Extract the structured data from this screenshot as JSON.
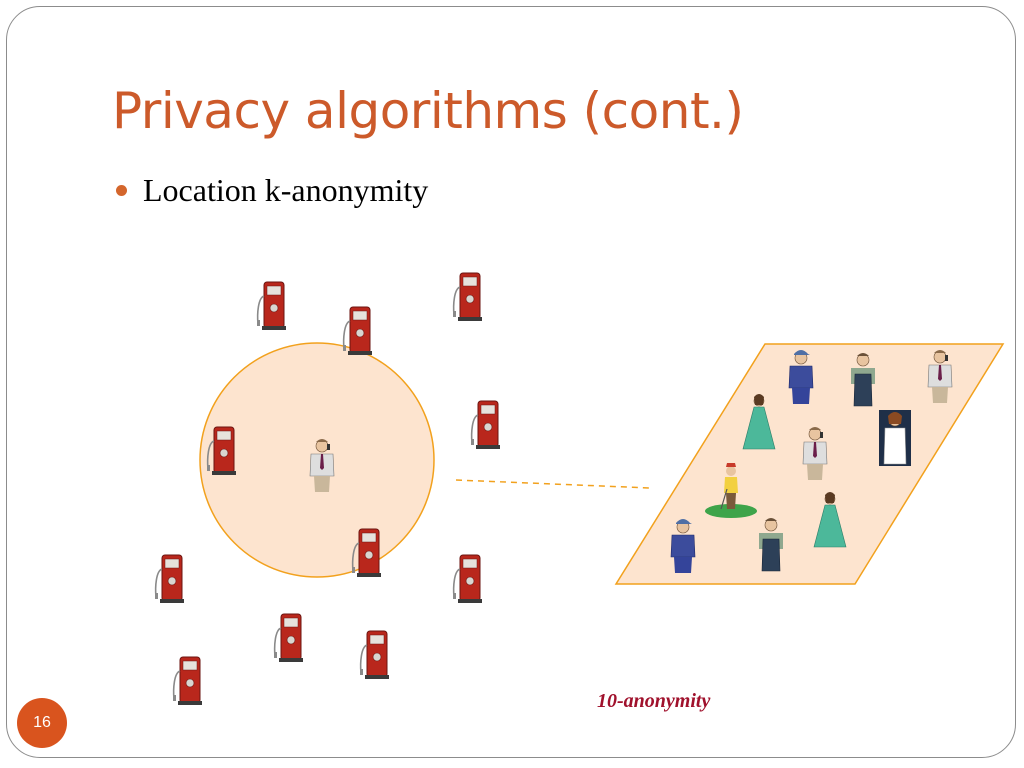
{
  "slide": {
    "title": "Privacy algorithms (cont.)",
    "bullets": [
      "Location k-anonymity"
    ],
    "caption": "10-anonymity",
    "page_number": "16"
  },
  "diagram": {
    "icons": {
      "gas_pump": "gas-pump-icon",
      "person": "person-icon",
      "golfer": "golfer-icon"
    },
    "colors": {
      "title": "#cc5a2a",
      "bullet": "#d4662c",
      "region_fill": "#fde4cf",
      "region_border": "#f2a11d",
      "pump_body": "#b9271c",
      "caption": "#a0112c",
      "page_badge": "#d9541e"
    },
    "crowd_figure_count": 10
  }
}
